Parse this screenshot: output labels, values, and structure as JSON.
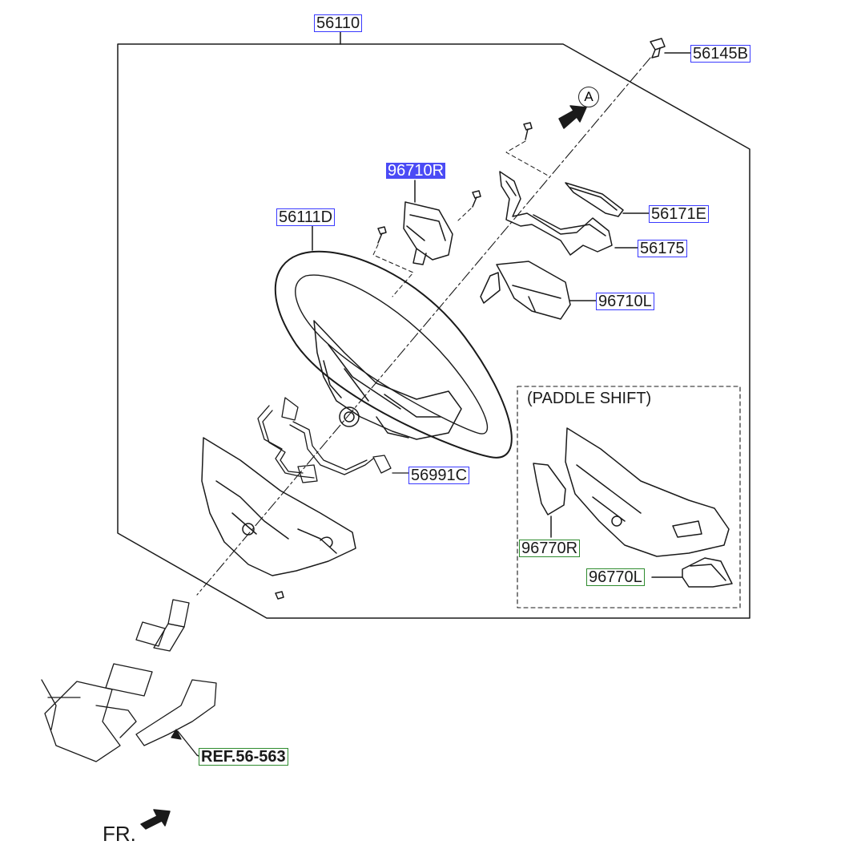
{
  "labels": {
    "p56110": "56110",
    "p56145B": "56145B",
    "p96710R": "96710R",
    "p56111D": "56111D",
    "p56171E": "56171E",
    "p56175": "56175",
    "p96710L": "96710L",
    "p56991C": "56991C",
    "p96770R": "96770R",
    "p96770L": "96770L",
    "ref": "REF.56-563"
  },
  "paddle_shift_title": "(PADDLE SHIFT)",
  "view_marker": "A",
  "front_label": "FR.",
  "colors": {
    "blue_frame": "#3a3aff",
    "green_frame": "#2e8b2e",
    "selected_fill": "#4b4bf5",
    "line": "#1a1a1a"
  }
}
